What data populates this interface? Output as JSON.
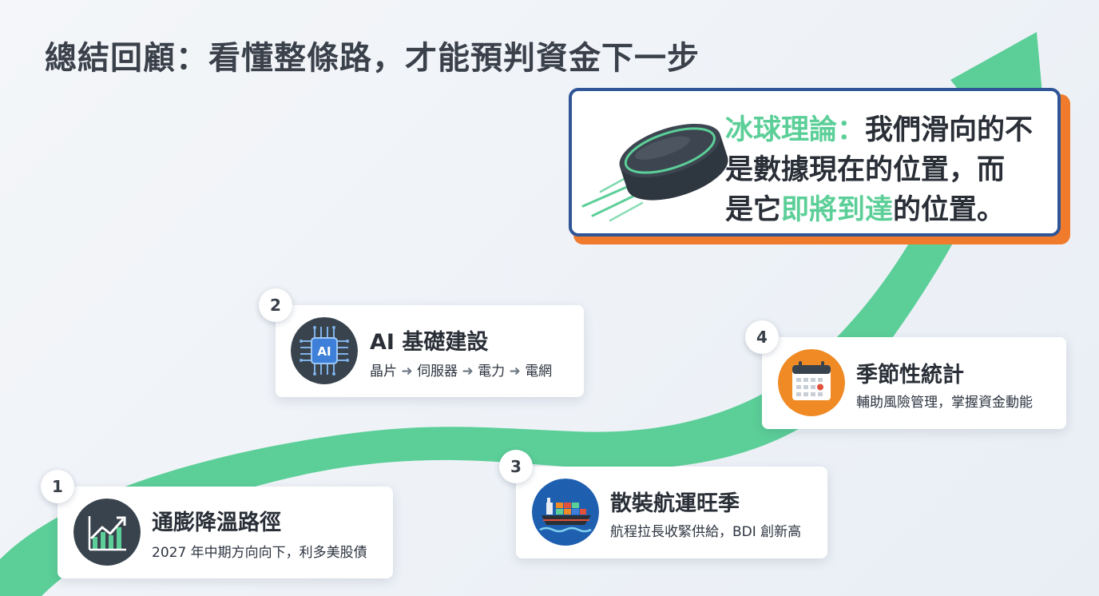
{
  "title": "總結回顧：看懂整條路，才能預判資金下一步",
  "quote": {
    "label": "冰球理論：",
    "line1": "我們滑向的不",
    "line2": "是數據現在的位置，而",
    "line3_pre": "是它",
    "line3_hl": "即將到達",
    "line3_post": "的位置。"
  },
  "steps": [
    {
      "number": "1",
      "title": "通膨降溫路徑",
      "desc": "2027 年中期方向向下，利多美股債",
      "icon": "chart-up-icon"
    },
    {
      "number": "2",
      "title": "AI 基礎建設",
      "chain": [
        "晶片",
        "伺服器",
        "電力",
        "電網"
      ],
      "arrow": "➜",
      "icon": "ai-chip-icon"
    },
    {
      "number": "3",
      "title": "散裝航運旺季",
      "desc": "航程拉長收緊供給，BDI 創新高",
      "icon": "cargo-ship-icon"
    },
    {
      "number": "4",
      "title": "季節性統計",
      "desc": "輔助風險管理，掌握資金動能",
      "icon": "calendar-icon"
    }
  ],
  "colors": {
    "accent_green": "#5ccf98",
    "frame_blue": "#2f5597",
    "shadow_orange": "#f07b2d",
    "calendar_orange": "#f08a24",
    "icon_navy": "#1f3f73"
  }
}
